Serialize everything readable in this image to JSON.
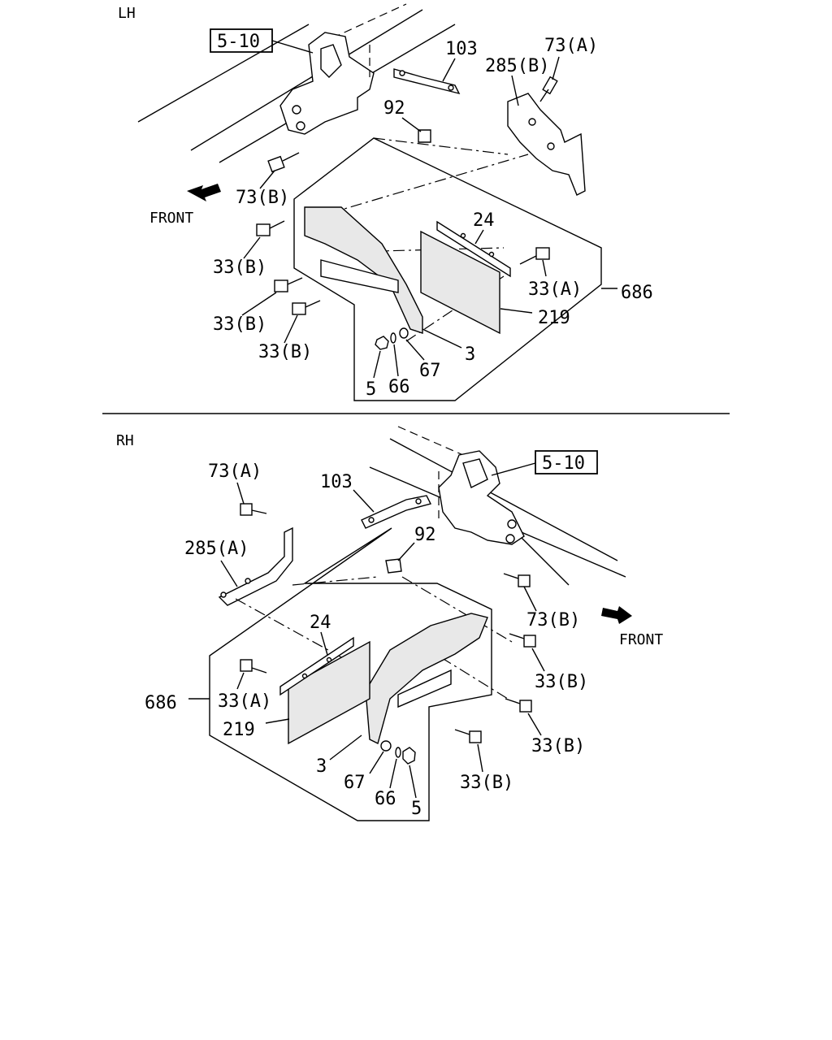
{
  "lh": {
    "section_label": "LH",
    "front_label": "FRONT",
    "ref_box": "5-10",
    "labels": {
      "p103": "103",
      "p73a": "73(A)",
      "p285b": "285(B)",
      "p92": "92",
      "p73b": "73(B)",
      "p24": "24",
      "p33b_1": "33(B)",
      "p33b_2": "33(B)",
      "p33b_3": "33(B)",
      "p33a": "33(A)",
      "p686": "686",
      "p219": "219",
      "p3": "3",
      "p67": "67",
      "p66": "66",
      "p5": "5"
    }
  },
  "rh": {
    "section_label": "RH",
    "front_label": "FRONT",
    "ref_box": "5-10",
    "labels": {
      "p73a": "73(A)",
      "p103": "103",
      "p92": "92",
      "p285a": "285(A)",
      "p73b": "73(B)",
      "p24": "24",
      "p33b_1": "33(B)",
      "p33a": "33(A)",
      "p686": "686",
      "p219": "219",
      "p33b_2": "33(B)",
      "p3": "3",
      "p33b_3": "33(B)",
      "p67": "67",
      "p66": "66",
      "p5": "5"
    }
  }
}
